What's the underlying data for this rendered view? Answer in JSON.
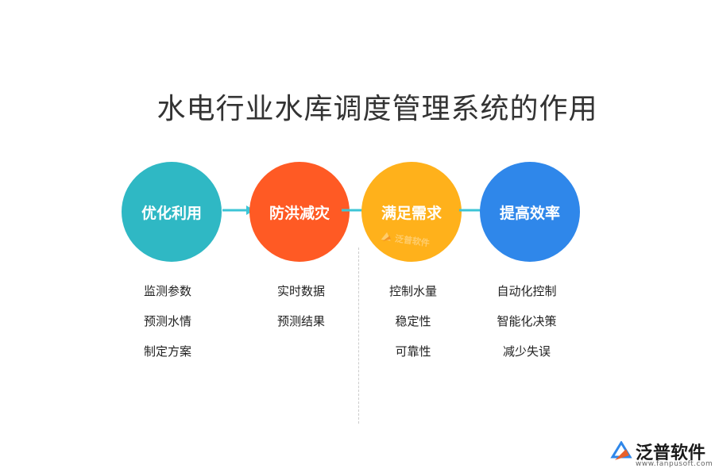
{
  "title": "水电行业水库调度管理系统的作用",
  "colors": {
    "teal": "#2fb8c4",
    "orange": "#ff5a24",
    "amber": "#ffb11b",
    "blue": "#2f87ea",
    "arrow": "#3dc5d6"
  },
  "nodes": [
    {
      "label": "优化利用",
      "items": [
        "监测参数",
        "预测水情",
        "制定方案"
      ]
    },
    {
      "label": "防洪减灾",
      "items": [
        "实时数据",
        "预测结果"
      ]
    },
    {
      "label": "满足需求",
      "items": [
        "控制水量",
        "稳定性",
        "可靠性"
      ]
    },
    {
      "label": "提高效率",
      "items": [
        "自动化控制",
        "智能化决策",
        "减少失误"
      ]
    }
  ],
  "watermark": {
    "text": "泛普软件",
    "icon": "fanpu-logo-icon"
  },
  "brand": {
    "name": "泛普软件",
    "url": "www.fanpusoft.com",
    "icon": "fanpu-logo-icon"
  }
}
